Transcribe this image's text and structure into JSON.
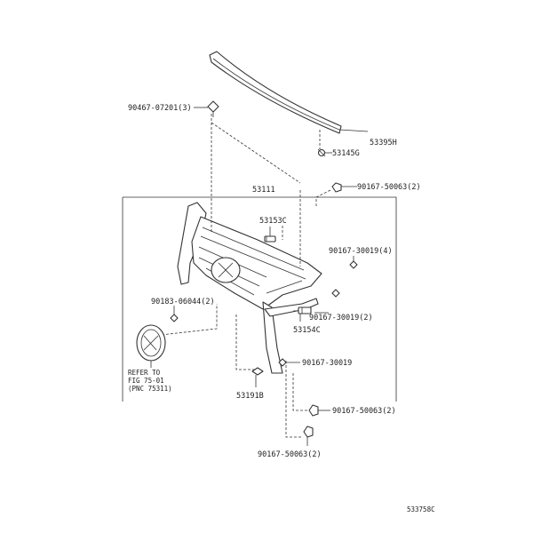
{
  "diagram": {
    "labels": {
      "p90467": "90467-07201(3)",
      "p53395H": "53395H",
      "p53145G": "53145G",
      "p53111": "53111",
      "p90167_50063_top": "90167-50063(2)",
      "p53153C": "53153C",
      "p90167_30019_4": "90167-30019(4)",
      "p90183": "90183-06044(2)",
      "p90167_30019_2": "90167-30019(2)",
      "p53154C": "53154C",
      "refer1": "REFER TO",
      "refer2": "FIG 75-01",
      "refer3": "(PNC 75311)",
      "p90167_30019": "90167-30019",
      "p53191B": "53191B",
      "p90167_50063_mid": "90167-50063(2)",
      "p90167_50063_bot": "90167-50063(2)",
      "diagram_id": "533758C"
    },
    "icons": [
      "clip-icon",
      "screw-icon",
      "nut-icon",
      "emblem-icon"
    ]
  }
}
